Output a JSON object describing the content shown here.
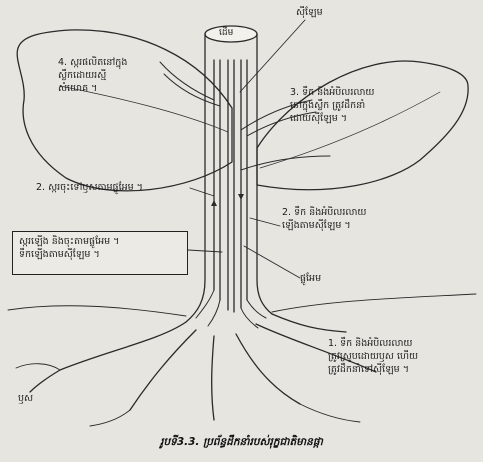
{
  "diagram": {
    "top_label": "ដើម",
    "pointer_label": "ស៊ីឡែម",
    "leaf_left_note": [
      "4. ស្ករផលិតនៅក្នុង",
      "ស្លឹកដោយរស្មី",
      "សំយោគ ។"
    ],
    "leaf_right_note": [
      "3. ទឹក និងអំបិលរលាយ",
      "នៅក្នុងស្លឹក ត្រូវដឹកនាំ",
      "ដោយស៊ីឡែម ។"
    ],
    "note_sugar_down": "2. ស្ករចុះទៅឫសតាមផ្លូអែម ។",
    "note_water_up": [
      "2. ទឹក និងអំបិលរលាយ",
      "ឡើងតាមស៊ីឡែម ។"
    ],
    "box_note": [
      "ស្ករឡើង និងចុះតាមផ្លូអែម ។",
      "ទឹកឡើងតាមស៊ីឡែម ។"
    ],
    "phloem_label": "ផ្លូអែម",
    "root_note": [
      "1. ទឹក និងអំបិលរលាយ",
      "ត្រូវស្រូបដោយឫស ហើយ",
      "ត្រូវដឹកនាំទៅស៊ីឡែម ។"
    ],
    "root_label": "ឫស",
    "caption": "រូបទី3.3. ប្រព័ន្ធដឹកនាំរបស់រុក្ខជាតិមានផ្កា"
  }
}
